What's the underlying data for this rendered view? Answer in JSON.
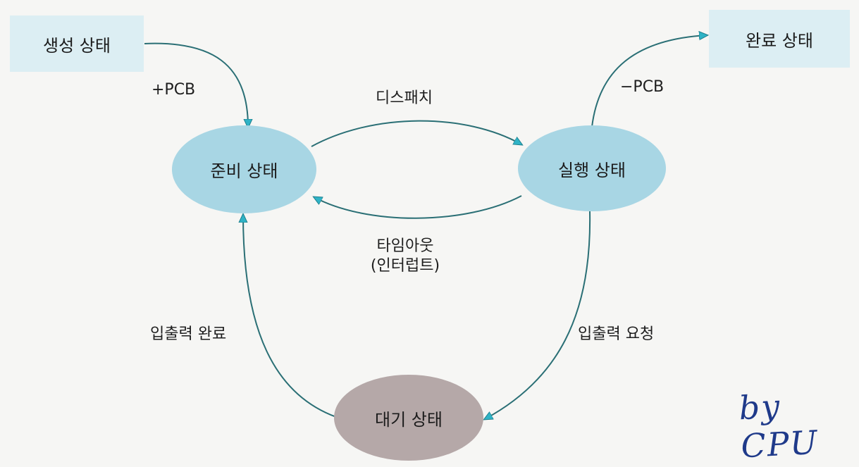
{
  "states": {
    "created": "생성 상태",
    "ready": "준비 상태",
    "running": "실행 상태",
    "waiting": "대기 상태",
    "terminated": "완료 상태"
  },
  "transitions": {
    "admit": "+PCB",
    "exit": "−PCB",
    "dispatch": "디스패치",
    "timeout_line1": "타임아웃",
    "timeout_line2": "(인터럽트)",
    "io_request": "입출력 요청",
    "io_complete": "입출력 완료"
  },
  "signature": "by CPU",
  "colors": {
    "box_fill": "#dceef3",
    "ellipse_fill": "#a8d6e4",
    "waiting_fill": "#b5a8a8",
    "arrow": "#2a6f75",
    "arrowhead": "#2fb3c6",
    "signature": "#1f3a8a"
  }
}
